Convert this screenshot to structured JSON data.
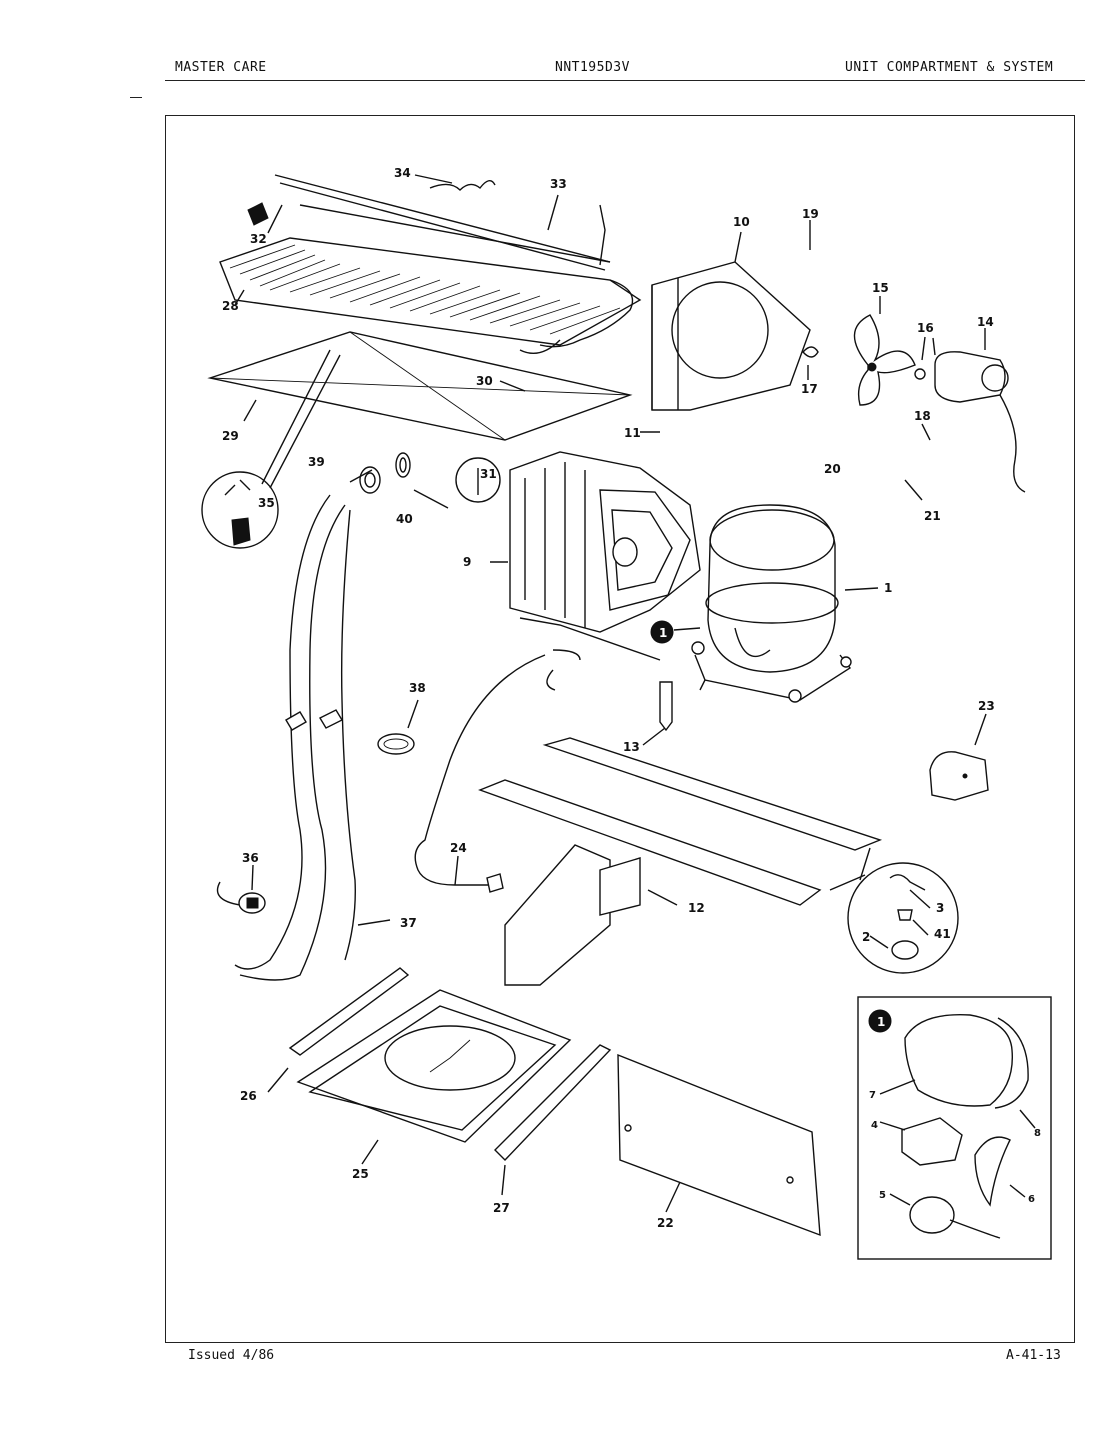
{
  "header": {
    "left": "MASTER CARE",
    "center": "NNT195D3V",
    "right": "UNIT COMPARTMENT & SYSTEM"
  },
  "footer": {
    "issued": "Issued 4/86",
    "page_code": "A-41-13"
  },
  "inset": {
    "marker": "1"
  },
  "callouts": {
    "c1": "1",
    "c2": "2",
    "c3": "3",
    "c4": "4",
    "c5": "5",
    "c6": "6",
    "c7": "7",
    "c8": "8",
    "c9": "9",
    "c10": "10",
    "c11": "11",
    "c12": "12",
    "c13": "13",
    "c14": "14",
    "c15": "15",
    "c16": "16",
    "c17": "17",
    "c18": "18",
    "c19": "19",
    "c20": "20",
    "c21": "21",
    "c22": "22",
    "c23": "23",
    "c24": "24",
    "c25": "25",
    "c26": "26",
    "c27": "27",
    "c28": "28",
    "c29": "29",
    "c30": "30",
    "c31": "31",
    "c32": "32",
    "c33": "33",
    "c34": "34",
    "c35": "35",
    "c36": "36",
    "c37": "37",
    "c38": "38",
    "c39": "39",
    "c40": "40",
    "c41": "41"
  }
}
